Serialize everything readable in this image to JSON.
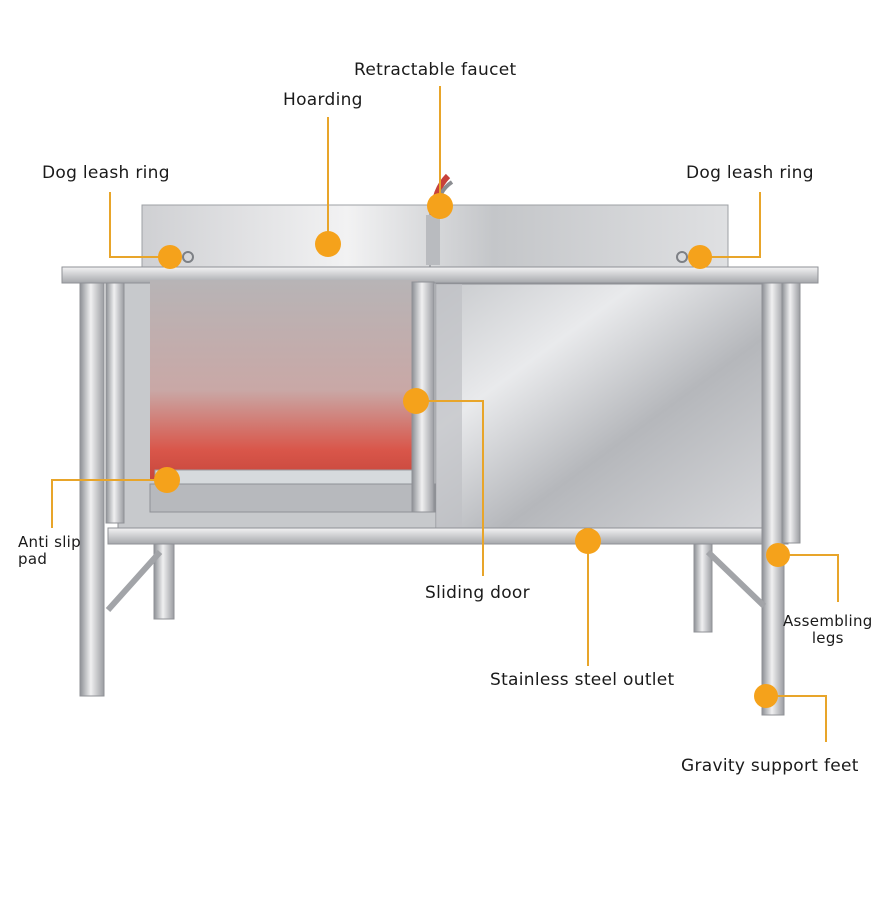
{
  "diagram": {
    "labels": {
      "retractable_faucet": "Retractable faucet",
      "hoarding": "Hoarding",
      "dog_leash_ring_left": "Dog leash ring",
      "dog_leash_ring_right": "Dog leash ring",
      "anti_slip_pad_line1": "Anti slip",
      "anti_slip_pad_line2": "pad",
      "sliding_door": "Sliding door",
      "assembling_legs_line1": "Assembling",
      "assembling_legs_line2": "legs",
      "stainless_steel_outlet": "Stainless steel outlet",
      "gravity_support_feet": "Gravity support feet"
    },
    "colors": {
      "marker": "#f5a21b",
      "leader": "#e8a52a",
      "steel_light": "#e6e6e8",
      "steel_mid": "#b9bbbf",
      "steel_dark": "#8d9095",
      "interior_glow": "#d9564a"
    }
  }
}
